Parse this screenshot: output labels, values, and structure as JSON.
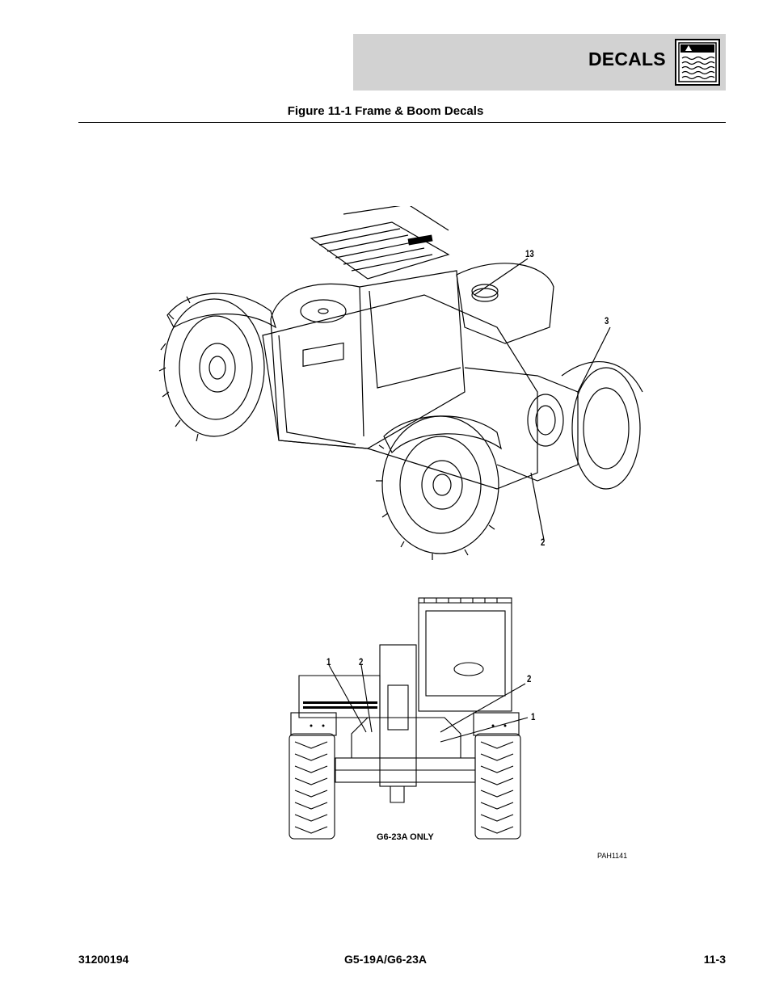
{
  "header": {
    "title": "DECALS",
    "icon": "decal-sign-icon"
  },
  "figure": {
    "caption": "Figure 11-1 Frame & Boom Decals"
  },
  "top_view": {
    "callouts": [
      "13",
      "3",
      "2"
    ]
  },
  "bottom_view": {
    "callouts": [
      "1",
      "2",
      "2",
      "1"
    ],
    "note": "G6-23A ONLY"
  },
  "reference_code": "PAH1141",
  "footer": {
    "doc_number": "31200194",
    "model": "G5-19A/G6-23A",
    "page": "11-3"
  }
}
